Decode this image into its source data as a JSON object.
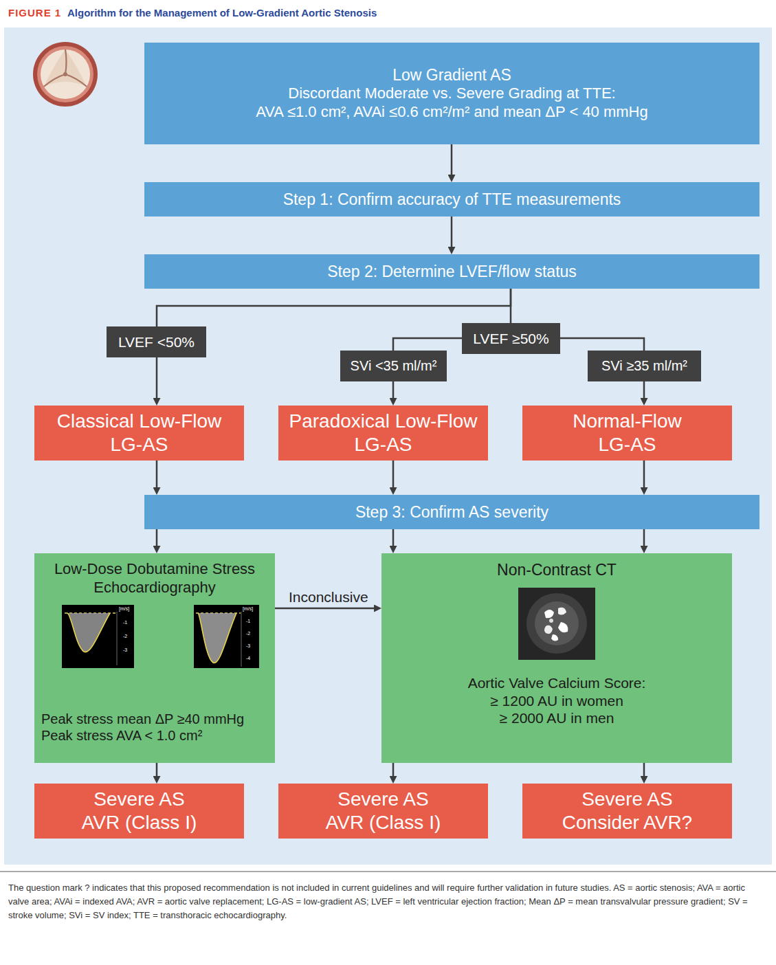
{
  "diagram": {
    "title": "Algorithm for the Management of Low-Gradient Aortic Stenosis",
    "caption": "The question mark ? indicates that this proposed recommendation is not included in current guidelines and will require further validation in future studies. AS = aortic stenosis; AVA = aortic valve area; AVAi = indexed AVA; AVR = aortic valve replacement; LG-AS = low-gradient AS; LVEF = left ventricular ejection fraction; Mean ΔP = mean transvalvular pressure gradient; SV = stroke volume; SVi = SV index; TTE = transthoracic echocardiography.",
    "nodes": [
      {
        "text": [
          "Low Gradient AS",
          "Discordant Moderate vs. Severe Grading at TTE:",
          "AVA ≤1.0 cm², AVAi ≤0.6 cm²/m² and mean ΔP < 40 mmHg"
        ]
      },
      {
        "text": [
          "Step 1: Confirm accuracy of TTE measurements"
        ]
      },
      {
        "text": [
          "Step 2: Determine LVEF/flow status"
        ]
      },
      {
        "text": [
          "LVEF <50%"
        ]
      },
      {
        "text": [
          "LVEF ≥50%"
        ]
      },
      {
        "text": [
          "SVi <35 ml/m²"
        ]
      },
      {
        "text": [
          "SVi ≥35 ml/m²"
        ]
      },
      {
        "text": [
          "Classical Low-Flow LG-AS"
        ]
      },
      {
        "text": [
          "Paradoxical Low-Flow LG-AS"
        ]
      },
      {
        "text": [
          "Normal-Flow LG-AS"
        ]
      },
      {
        "text": [
          "Step 3: Confirm AS severity"
        ]
      },
      {
        "text": [
          "Low-Dose Dobutamine Stress Echocardiography",
          "Peak stress mean ΔP ≥40 mmHg",
          "Peak stress AVA < 1.0 cm²"
        ]
      },
      {
        "text": [
          "Non-Contrast CT",
          "Aortic Valve Calcium Score:",
          "≥ 1200 AU in women",
          "≥ 2000 AU in men"
        ]
      },
      {
        "text": [
          "Severe AS",
          "AVR (Class I)"
        ]
      },
      {
        "text": [
          "Severe AS",
          "AVR (Class I)"
        ]
      },
      {
        "text": [
          "Severe AS",
          "Consider AVR?"
        ]
      }
    ],
    "edges": [
      {
        "from": 0,
        "to": 1,
        "arrow": "to"
      },
      {
        "from": 1,
        "to": 2,
        "arrow": "to"
      },
      {
        "from": 2,
        "to": 3,
        "arrow": "none"
      },
      {
        "from": 2,
        "to": 4,
        "arrow": "none"
      },
      {
        "from": 3,
        "to": 7,
        "arrow": "to"
      },
      {
        "from": 4,
        "to": 5,
        "arrow": "none"
      },
      {
        "from": 4,
        "to": 6,
        "arrow": "none"
      },
      {
        "from": 5,
        "to": 8,
        "arrow": "to"
      },
      {
        "from": 6,
        "to": 9,
        "arrow": "to"
      },
      {
        "from": 7,
        "to": 10,
        "arrow": "to"
      },
      {
        "from": 8,
        "to": 10,
        "arrow": "to"
      },
      {
        "from": 9,
        "to": 10,
        "arrow": "to"
      },
      {
        "from": 10,
        "to": 11,
        "arrow": "to"
      },
      {
        "from": 10,
        "to": 12,
        "arrow": "to"
      },
      {
        "from": 10,
        "to": 12,
        "arrow": "to"
      },
      {
        "from": 11,
        "to": 12,
        "label": "Inconclusive",
        "arrow": "to"
      },
      {
        "from": 11,
        "to": 13,
        "arrow": "to"
      },
      {
        "from": 12,
        "to": 14,
        "arrow": "to"
      },
      {
        "from": 12,
        "to": 15,
        "arrow": "to"
      }
    ],
    "labels": [
      "FIGURE 1",
      "[m/s]",
      "-1",
      "-2",
      "-3",
      "[m/s]",
      "-1",
      "-2",
      "-3",
      "-4"
    ]
  }
}
